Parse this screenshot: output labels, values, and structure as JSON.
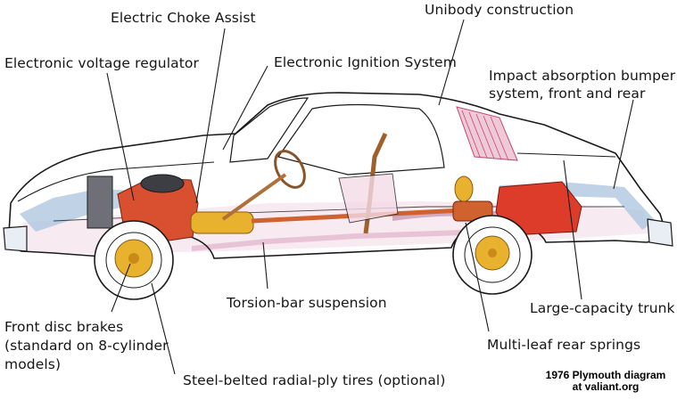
{
  "labels": {
    "electric_choke": "Electric Choke Assist",
    "unibody": "Unibody construction",
    "voltage_regulator": "Electronic voltage regulator",
    "ignition": "Electronic Ignition System",
    "bumper_line1": "Impact absorption bumper",
    "bumper_line2": "system, front and rear",
    "torsion_bar": "Torsion-bar suspension",
    "trunk": "Large-capacity trunk",
    "brakes_line1": "Front disc brakes",
    "brakes_line2": "(standard on 8-cylinder",
    "brakes_line3": "models)",
    "rear_springs": "Multi-leaf rear springs",
    "tires": "Steel-belted radial-ply tires (optional)"
  },
  "credit": {
    "line1": "1976 Plymouth diagram",
    "line2": "at valiant.org"
  },
  "colors": {
    "outline": "#1a1a1a",
    "engine": "#d8502f",
    "driveline": "#d0622f",
    "yellow_parts": "#e9b22e",
    "frame_blue": "#8fb1d2",
    "pink_interior": "#e6a8c6",
    "tank": "#dd3c2a",
    "seat_brown": "#b0703a"
  }
}
